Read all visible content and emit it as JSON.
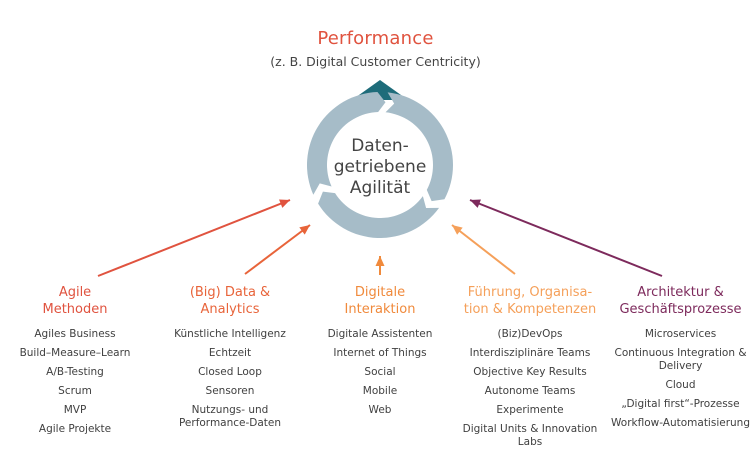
{
  "header": {
    "title": "Performance",
    "subtitle": "(z. B. Digital Customer Centricity)"
  },
  "center": {
    "label_lines": [
      "Daten-",
      "getriebene",
      "Agilität"
    ],
    "cycle_color": "#a6bcc8",
    "peak_color": "#1e6c7a"
  },
  "columns": [
    {
      "heading_lines": [
        "Agile",
        "Methoden"
      ],
      "color": "#e0533f",
      "items": [
        "Agiles Business",
        "Build–Measure–Learn",
        "A/B-Testing",
        "Scrum",
        "MVP",
        "Agile Projekte"
      ]
    },
    {
      "heading_lines": [
        "(Big) Data &",
        "Analytics"
      ],
      "color": "#e8643a",
      "items": [
        "Künstliche Intelligenz",
        "Echtzeit",
        "Closed Loop",
        "Sensoren",
        "Nutzungs- und Performance-Daten"
      ]
    },
    {
      "heading_lines": [
        "Digitale",
        "Interaktion"
      ],
      "color": "#f08a3c",
      "items": [
        "Digitale Assistenten",
        "Internet of Things",
        "Social",
        "Mobile",
        "Web"
      ]
    },
    {
      "heading_lines": [
        "Führung, Organisa-",
        "tion & Kompetenzen"
      ],
      "color": "#f5a05a",
      "items": [
        "(Biz)DevOps",
        "Interdisziplinäre Teams",
        "Objective Key Results",
        "Autonome Teams",
        "Experimente",
        "Digital Units & Innovation Labs"
      ]
    },
    {
      "heading_lines": [
        "Architektur &",
        "Geschäftsprozesse"
      ],
      "color": "#7d2a5c",
      "items": [
        "Microservices",
        "Continuous Integration & Delivery",
        "Cloud",
        "„Digital first“-Prozesse",
        "Workflow-Automatisierung"
      ]
    }
  ]
}
